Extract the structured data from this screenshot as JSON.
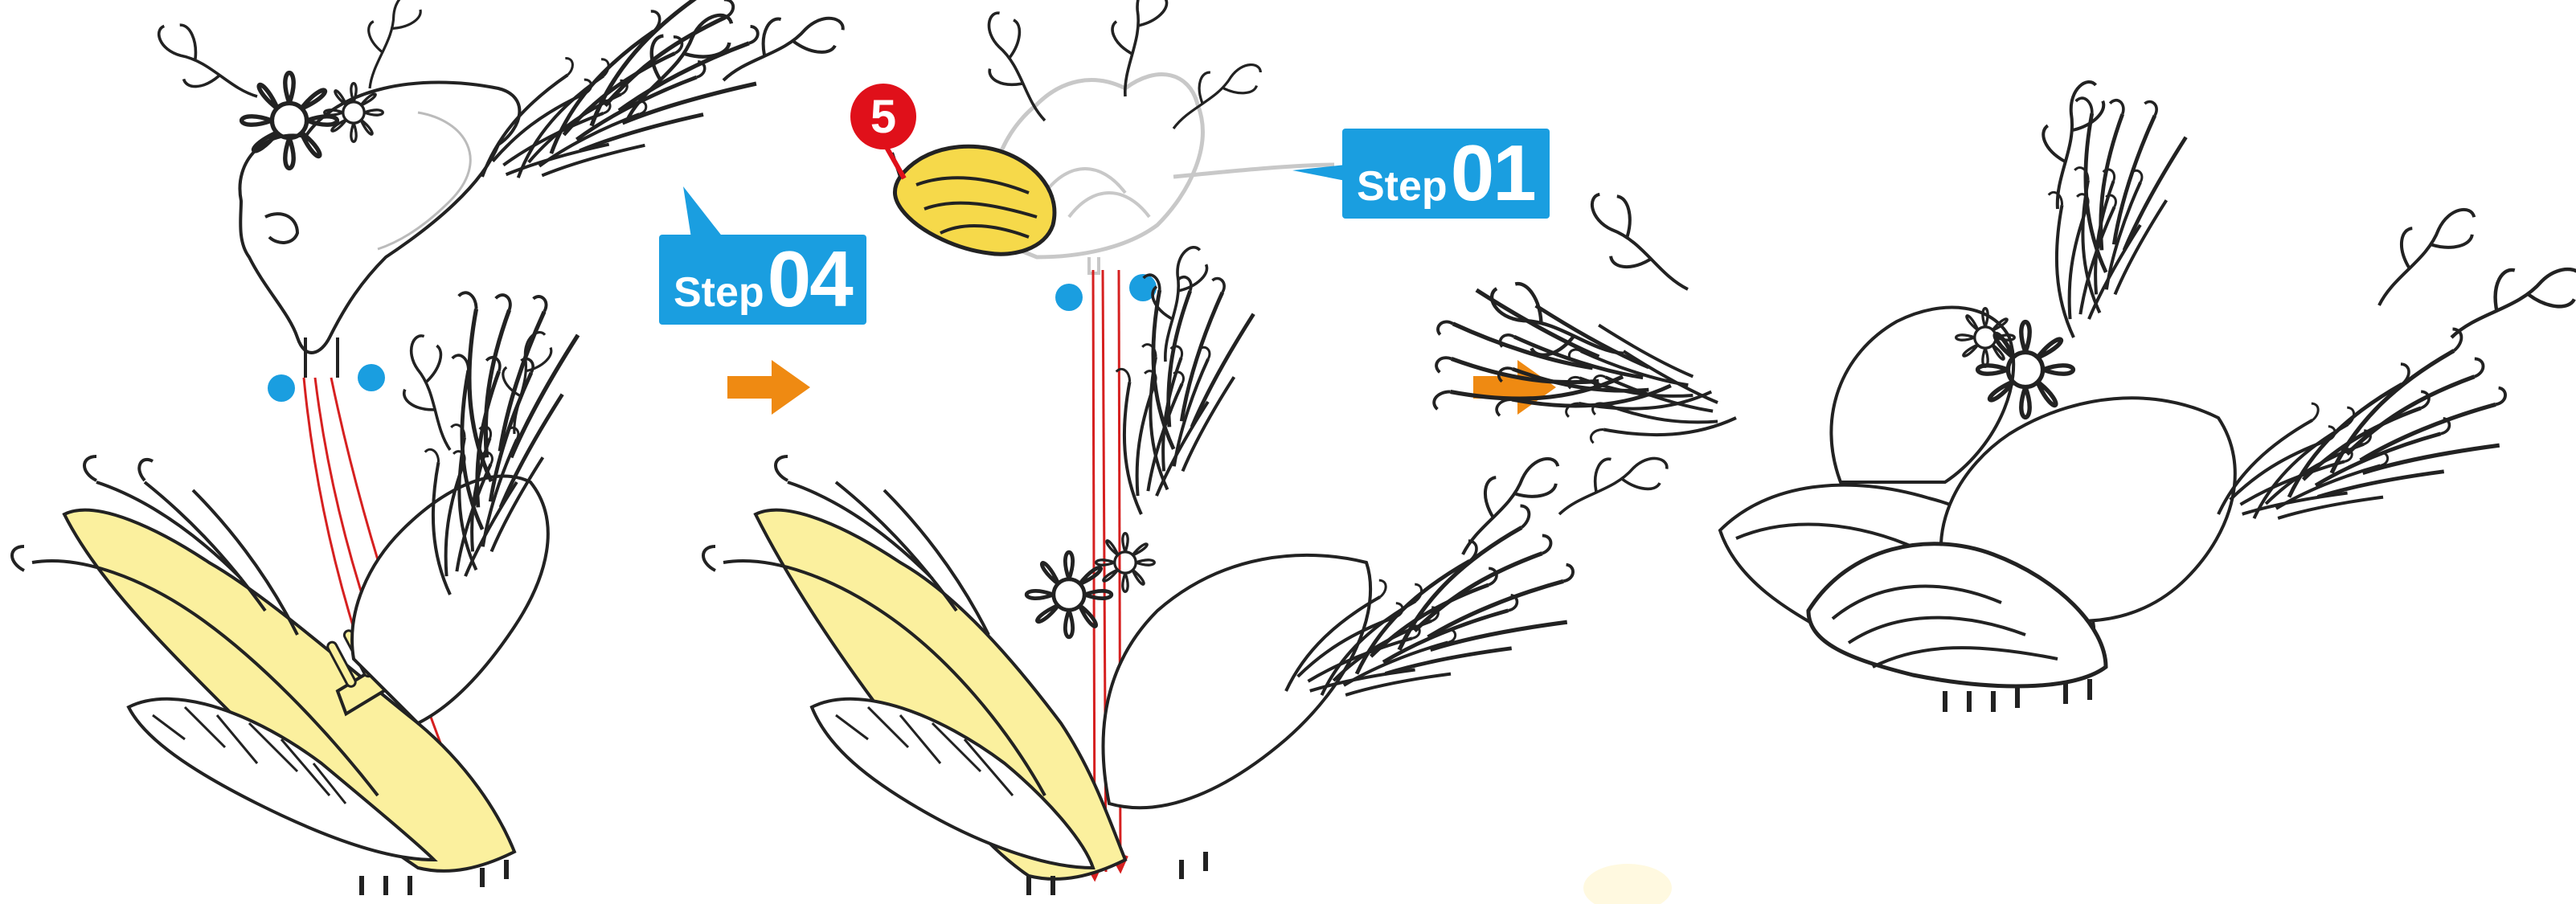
{
  "steps": [
    {
      "word": "Step",
      "number": "04"
    },
    {
      "word": "Step",
      "number": "01"
    }
  ],
  "part_badge": "5",
  "colors": {
    "callout_blue": "#1a9ee0",
    "badge_red": "#e0101a",
    "arrow_orange": "#ef8a12",
    "highlight_yellow": "#fbf09e",
    "guide_red": "#d62020",
    "outline": "#222222",
    "ghost_grey": "#c8c8c8"
  },
  "icons": [
    "arrow-right-icon",
    "connection-dot-icon"
  ]
}
